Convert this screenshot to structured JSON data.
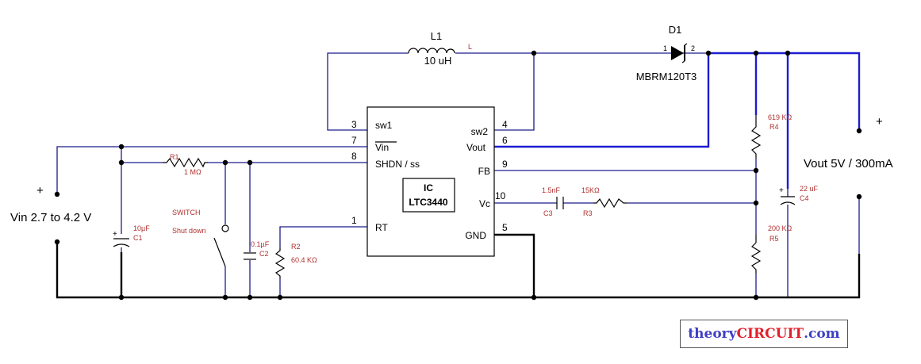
{
  "ic": {
    "label": "IC",
    "part": "LTC3440",
    "pins": {
      "sw1": "sw1",
      "vin": "Vin",
      "shdn": "SHDN / ss",
      "rt": "RT",
      "sw2": "sw2",
      "vout": "Vout",
      "fb": "FB",
      "vc": "Vc",
      "gnd": "GND"
    },
    "pin_numbers": {
      "sw1": "3",
      "vin": "7",
      "shdn": "8",
      "rt": "1",
      "sw2": "4",
      "vout": "6",
      "fb": "9",
      "vc": "10",
      "gnd": "5"
    }
  },
  "inductor": {
    "ref": "L1",
    "value": "10 uH",
    "net": "L"
  },
  "diode": {
    "ref": "D1",
    "part": "MBRM120T3",
    "pin1": "1",
    "pin2": "2"
  },
  "resistors": {
    "r1": {
      "ref": "R1",
      "value": "1 MΩ"
    },
    "r2": {
      "ref": "R2",
      "value": "60.4 KΩ"
    },
    "r3": {
      "ref": "R3",
      "value": "15KΩ"
    },
    "r4": {
      "ref": "R4",
      "value": "619 KΩ"
    },
    "r5": {
      "ref": "R5",
      "value": "200 KΩ"
    }
  },
  "capacitors": {
    "c1": {
      "ref": "C1",
      "value": "10µF"
    },
    "c2": {
      "ref": "C2",
      "value": "0.1µF"
    },
    "c3": {
      "ref": "C3",
      "value": "1.5nF"
    },
    "c4": {
      "ref": "C4",
      "value": "22 uF"
    }
  },
  "switch": {
    "line1": "SWITCH",
    "line2": "Shut down"
  },
  "input": {
    "plus": "+",
    "label": "Vin 2.7 to 4.2 V"
  },
  "output": {
    "plus": "+",
    "label": "Vout 5V / 300mA"
  },
  "cap_polarity": "+",
  "brand": {
    "part1": "theory",
    "part2": "CIRCUIT",
    "part3": ".com"
  },
  "colors": {
    "wire": "#1c1c8c",
    "highlight": "#1c1cd0",
    "annotation": "#b0312e",
    "brand_blue": "#3f3fc4",
    "brand_red": "#e0202a"
  }
}
